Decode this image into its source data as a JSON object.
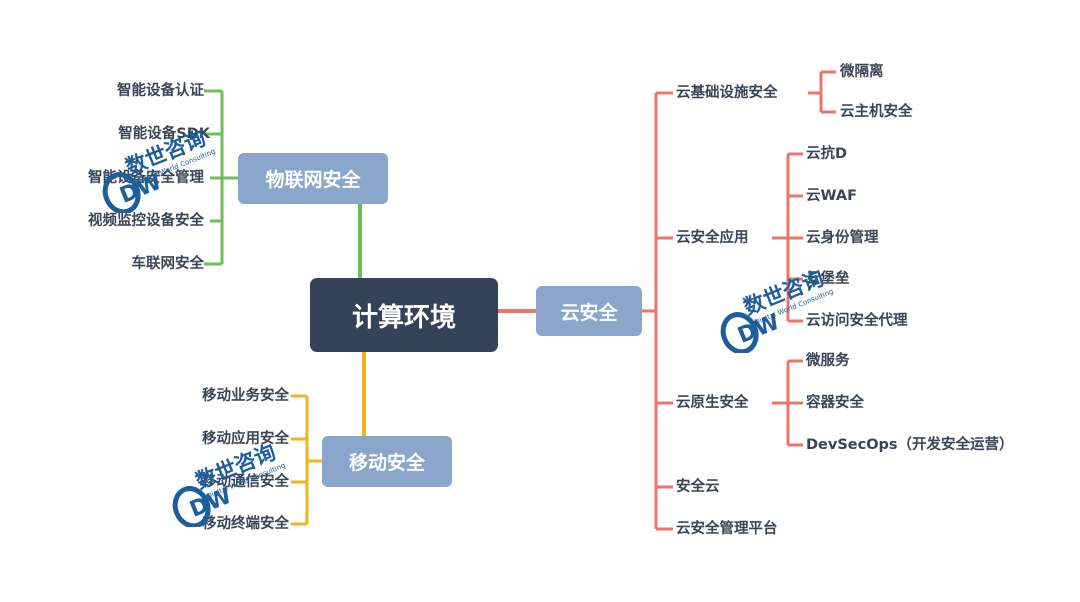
{
  "root": {
    "label": "计算环境"
  },
  "branches": {
    "iot": {
      "label": "物联网安全",
      "color": "#6cbf5a",
      "children": [
        "智能设备认证",
        "智能设备SDK",
        "智能设备安全管理",
        "视频监控设备安全",
        "车联网安全"
      ]
    },
    "mobile": {
      "label": "移动安全",
      "color": "#f2b31b",
      "children": [
        "移动业务安全",
        "移动应用安全",
        "移动通信安全",
        "移动终端安全"
      ]
    },
    "cloud": {
      "label": "云安全",
      "color": "#ed7466",
      "children": [
        {
          "label": "云基础设施安全",
          "children": [
            "微隔离",
            "云主机安全"
          ]
        },
        {
          "label": "云安全应用",
          "children": [
            "云抗D",
            "云WAF",
            "云身份管理",
            "云堡垒",
            "云访问安全代理"
          ]
        },
        {
          "label": "云原生安全",
          "children": [
            "微服务",
            "容器安全",
            "DevSecOps（开发安全运营）"
          ]
        },
        {
          "label": "安全云",
          "children": []
        },
        {
          "label": "云安全管理平台",
          "children": []
        }
      ]
    }
  },
  "watermark": {
    "brand": "数世咨询",
    "sub": "Digital World Consulting",
    "logo": "DW"
  },
  "colors": {
    "root": "#344357",
    "branch": "#8aa6cb",
    "text": "#3a4657",
    "watermark": "#1f5e9c"
  }
}
